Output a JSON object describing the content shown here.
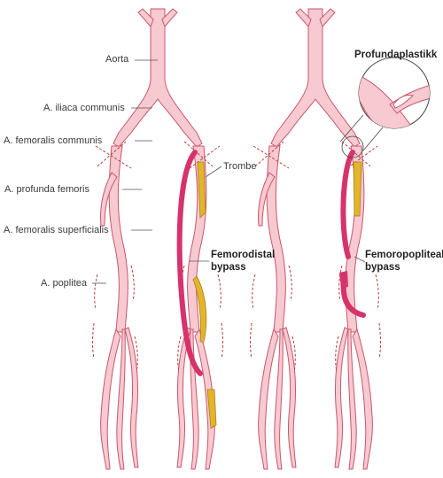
{
  "labels": {
    "aorta": "Aorta",
    "iliaca": "A. iliaca communis",
    "femoralis_communis": "A. femoralis communis",
    "profunda": "A. profunda femoris",
    "femoralis_superficialis": "A. femoralis superficialis",
    "poplitea": "A. poplitea",
    "trombe": "Trombe",
    "femorodistal_line1": "Femorodistal",
    "femorodistal_line2": "bypass",
    "profundaplastikk": "Profundaplastikk",
    "femoropopliteal_line1": "Femoropopliteal",
    "femoropopliteal_line2": "bypass"
  },
  "colors": {
    "artery_fill": "#f7c9d1",
    "artery_outline": "#c9576c",
    "bypass": "#d6336c",
    "thrombus": "#e3b52a",
    "dashes": "#b4443f",
    "leader": "#555555"
  }
}
